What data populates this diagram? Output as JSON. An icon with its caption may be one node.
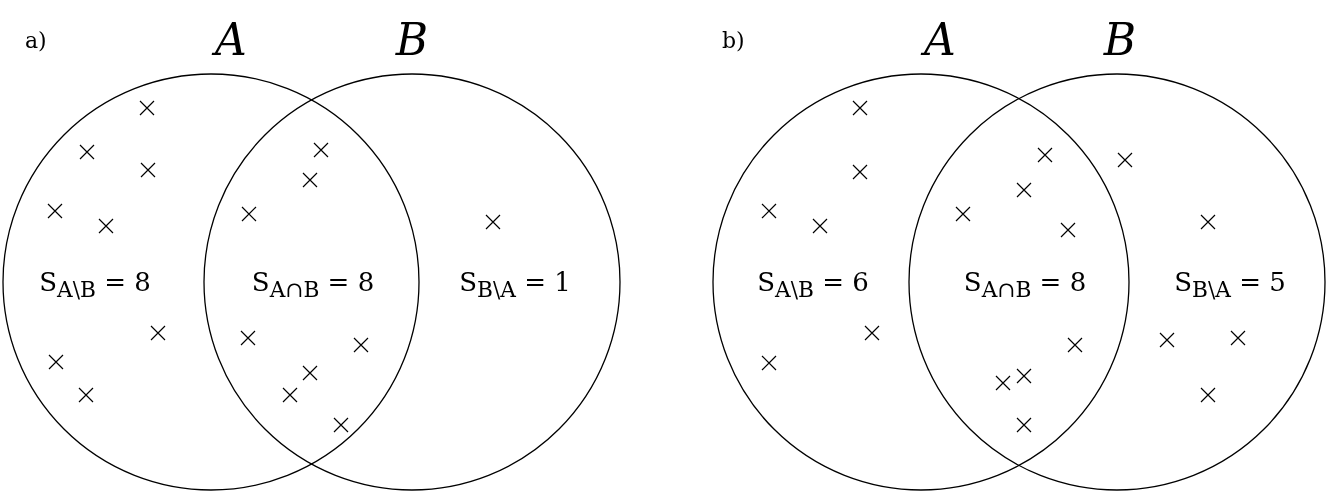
{
  "diagram": {
    "nodes": [
      {
        "text": [
          "A"
        ]
      },
      {
        "text": [
          "B"
        ]
      },
      {
        "text": [
          "A"
        ]
      },
      {
        "text": [
          "B"
        ]
      }
    ],
    "labels": [
      "a)",
      "S$_{A\\B}$ = 8",
      "S$_{A∩B}$ = 8",
      "S$_{B\\A}$ = 1",
      "b)",
      "S$_{A\\B}$ = 6",
      "S$_{A∩B}$ = 8",
      "S$_{B\\A}$ = 5"
    ]
  }
}
